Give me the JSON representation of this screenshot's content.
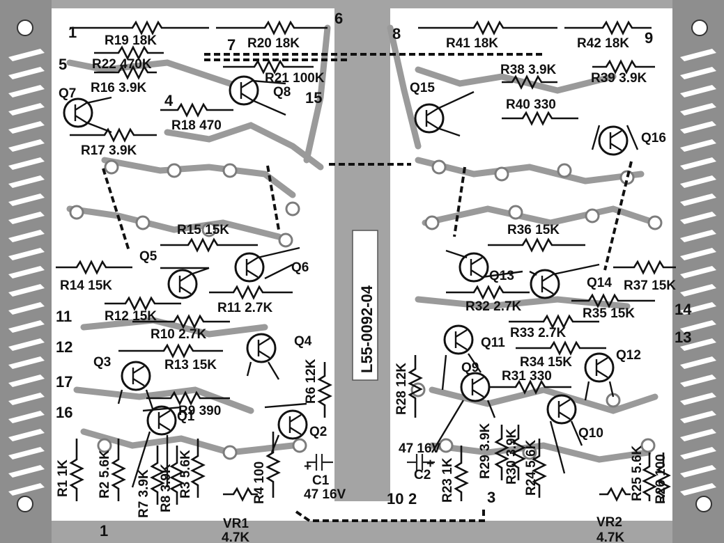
{
  "board": {
    "part_number": "L55-0092-04",
    "pins": [
      "1",
      "2",
      "3",
      "4",
      "5",
      "6",
      "7",
      "8",
      "9",
      "10",
      "11",
      "12",
      "13",
      "14",
      "15",
      "16",
      "17"
    ],
    "resistors": {
      "r19": "R19 18K",
      "r20": "R20 18K",
      "r41": "R41 18K",
      "r42": "R42 18K",
      "r22": "R22 470K",
      "r21": "R21 100K",
      "r16": "R16 3.9K",
      "r38": "R38 3.9K",
      "r39": "R39 3.9K",
      "r18": "R18 470",
      "r40": "R40 330",
      "r17": "R17 3.9K",
      "r15": "R15 15K",
      "r36": "R36 15K",
      "r14": "R14 15K",
      "r37": "R37 15K",
      "r11": "R11 2.7K",
      "r32": "R32 2.7K",
      "r12": "R12 15K",
      "r35": "R35 15K",
      "r10": "R10 2.7K",
      "r33": "R33 2.7K",
      "r13": "R13 15K",
      "r34": "R34 15K",
      "r9": "R9 390",
      "r31": "R31 330",
      "r6": "R6 12K",
      "r28": "R28 12K",
      "r1": "R1 1K",
      "r2": "R2 5.6K",
      "r7": "R7 3.9K",
      "r8": "R8 3.9K",
      "r3": "R3 5.6K",
      "r4": "R4 100",
      "r23": "R23 1K",
      "r29": "R29 3.9K",
      "r30": "R30 3.9K",
      "r24": "R24 5.6K",
      "r25": "R25 5.6K",
      "r26": "R26 100"
    },
    "transistors": [
      "Q1",
      "Q2",
      "Q3",
      "Q4",
      "Q5",
      "Q6",
      "Q7",
      "Q8",
      "Q9",
      "Q10",
      "Q11",
      "Q12",
      "Q13",
      "Q14",
      "Q15",
      "Q16"
    ],
    "capacitors": {
      "c1": "C1",
      "c1_value": "47 16V",
      "c2": "C2",
      "c2_value": "47 16V"
    },
    "trimmers": {
      "vr1": "VR1",
      "vr1_value": "4.7K",
      "vr2": "VR2",
      "vr2_value": "4.7K"
    }
  }
}
